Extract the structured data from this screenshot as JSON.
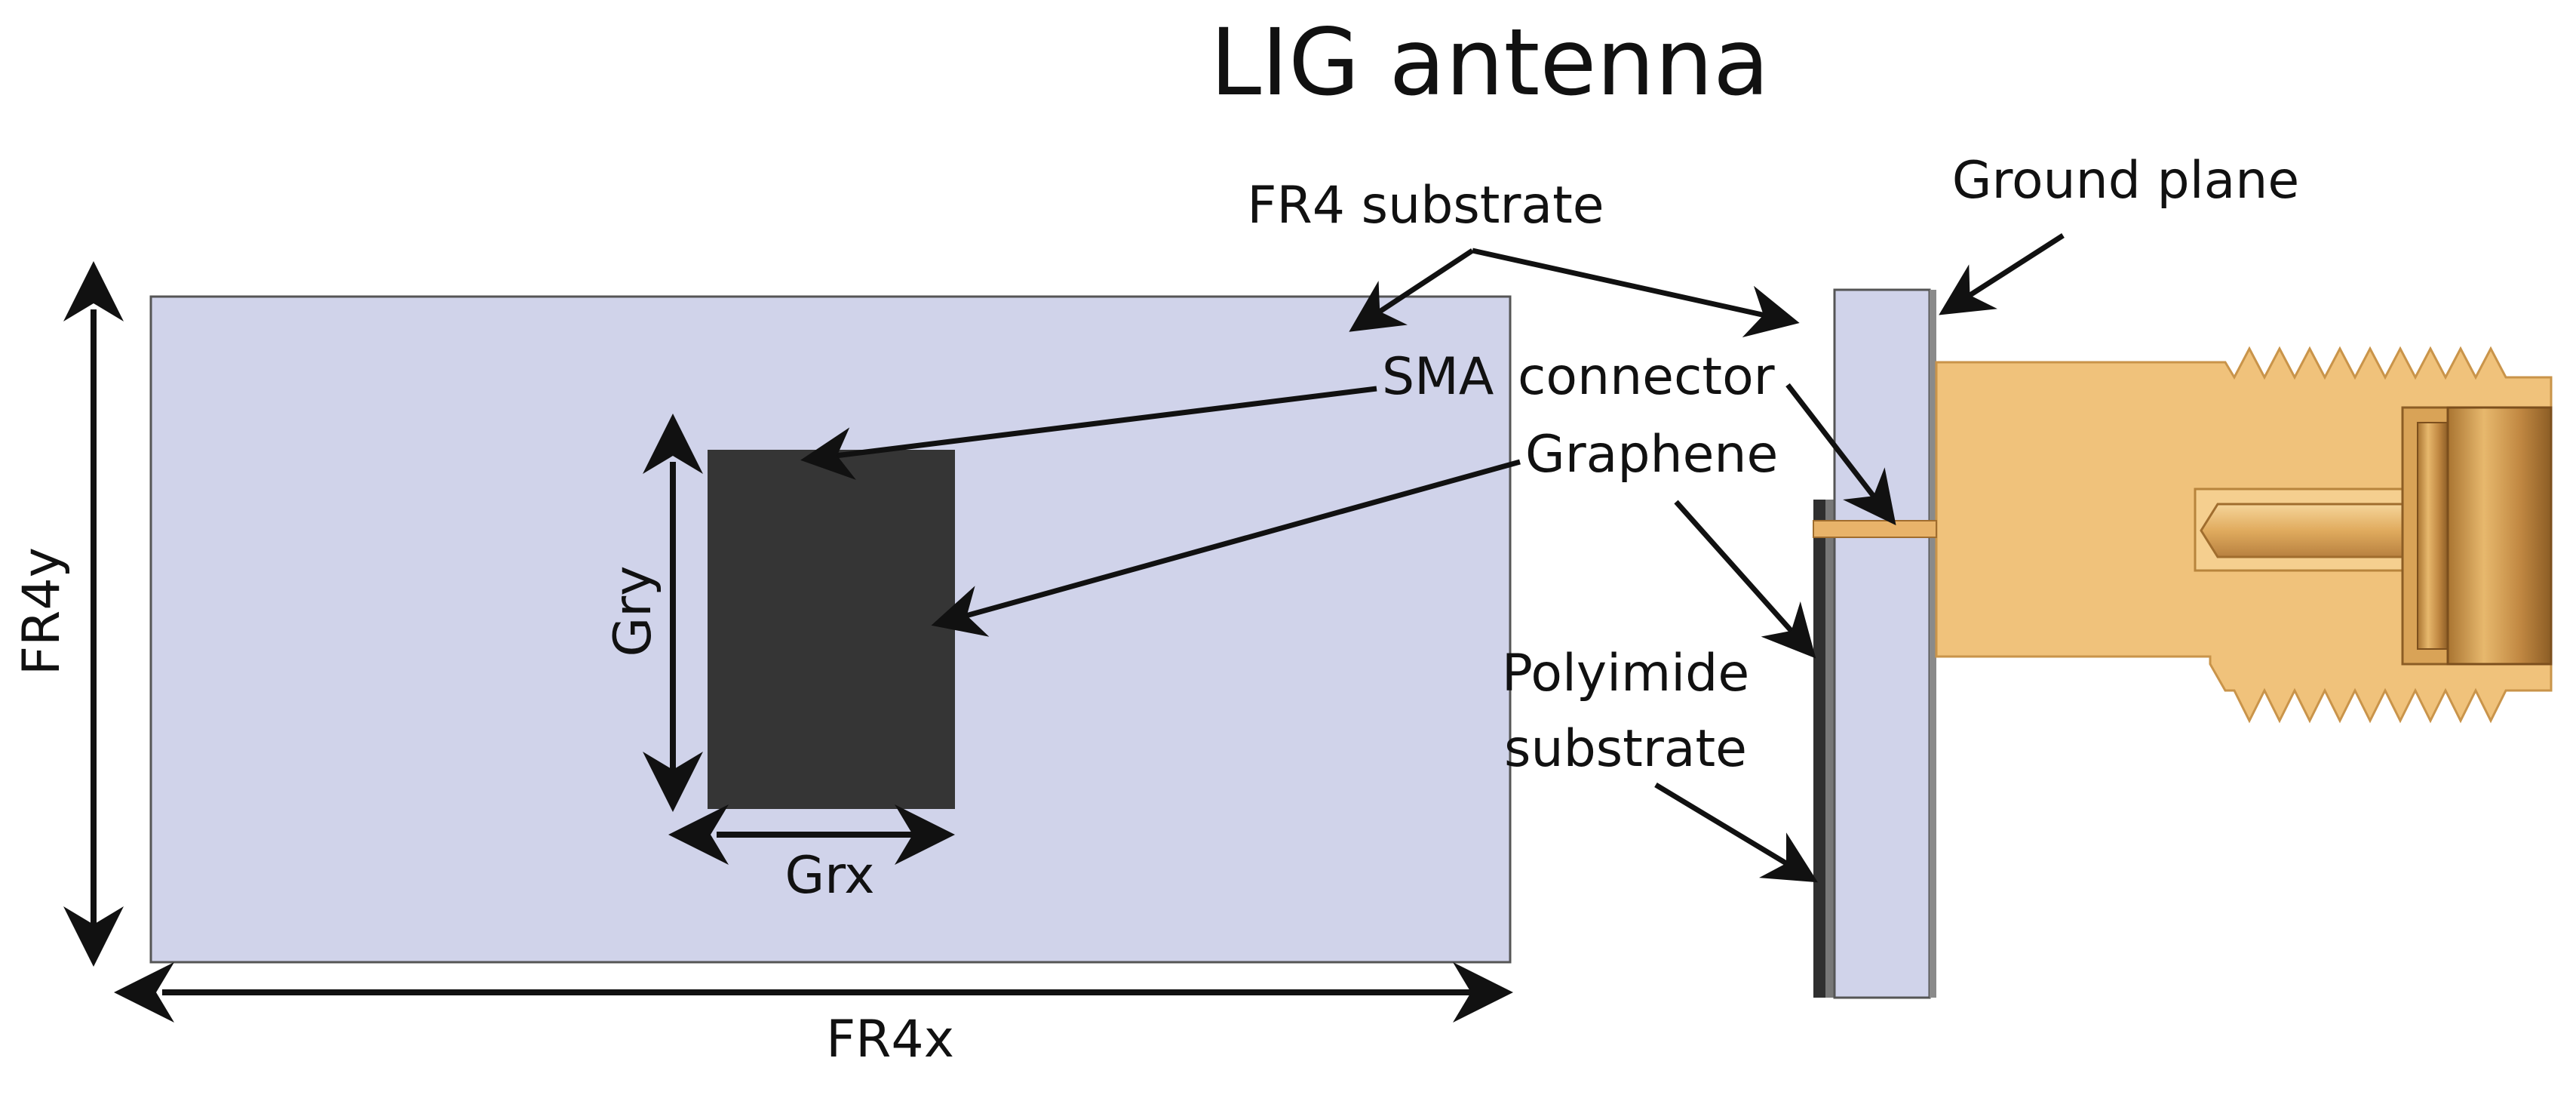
{
  "title": "LIG antenna",
  "labels": {
    "fr4_substrate": "FR4 substrate",
    "ground_plane": "Ground plane",
    "sma_connector_part1": "SMA",
    "sma_connector_part2": "connector",
    "graphene": "Graphene",
    "polyimide_line1": "Polyimide",
    "polyimide_line2": "substrate"
  },
  "dimensions": {
    "fr4x": "FR4x",
    "fr4y": "FR4y",
    "grx": "Grx",
    "gry": "Gry"
  },
  "colors": {
    "fr4": "#d0d3ea",
    "graphene": "#353535",
    "ground_plane": "#8a8a8a",
    "polyimide": "#2f2f2f",
    "connector_gold": "#f0c27b",
    "connector_shade": "#c9944a",
    "connector_dark": "#9a6a2c",
    "arrow": "#111111"
  }
}
